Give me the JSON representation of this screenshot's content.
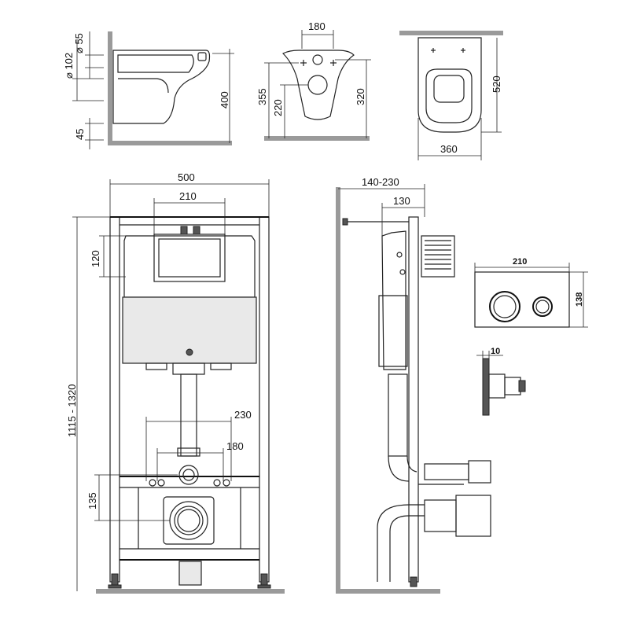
{
  "dimensions": {
    "d55": "⌀ 55",
    "d102": "⌀ 102",
    "d45": "45",
    "d400": "400",
    "d180_top": "180",
    "d355": "355",
    "d220": "220",
    "d320": "320",
    "d520": "520",
    "d360": "360",
    "d500": "500",
    "d210_frame": "210",
    "d120": "120",
    "d1115_1320": "1115 - 1320",
    "d230": "230",
    "d180_frame": "180",
    "d135": "135",
    "d140_230": "140-230",
    "d130": "130",
    "d210_plate": "210",
    "d138": "138",
    "d10": "10"
  },
  "colors": {
    "wall": "#9a9a9a",
    "line": "#222222",
    "panel_fill": "#e9e9e9"
  }
}
